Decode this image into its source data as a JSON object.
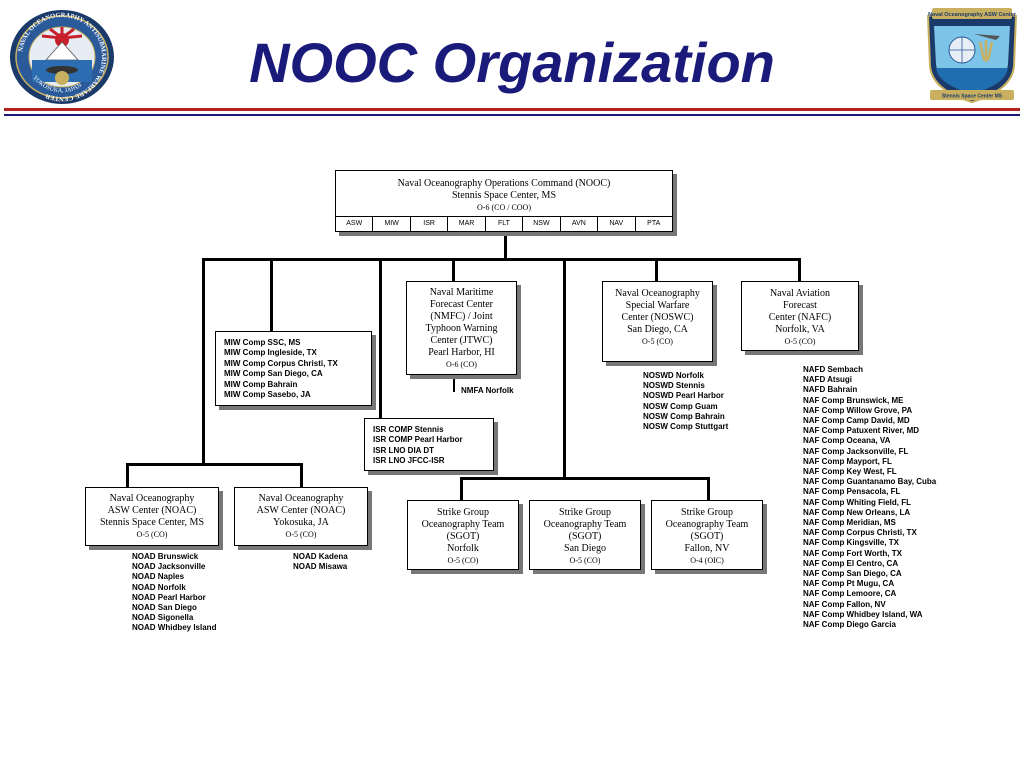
{
  "title": "NOOC Organization",
  "colors": {
    "title": "#1a1a7a",
    "rule_red": "#b22222",
    "rule_blue": "#1a1a7a"
  },
  "logos": {
    "left": {
      "icon": "antisubmarine-warfare-seal",
      "ring_text": "NAVAL OCEANOGRAPHY ANTISUBMARINE WARFARE CENTER",
      "bottom_text": "YOKOSUKA, JAPAN"
    },
    "right": {
      "icon": "asw-center-shield",
      "top_text": "Naval Oceanography ASW Center",
      "bottom_text": "Stennis Space Center MS"
    }
  },
  "top": {
    "lines": [
      "Naval Oceanography Operations Command (NOOC)",
      "Stennis Space Center, MS"
    ],
    "rank": "O-6 (CO / COO)",
    "tabs": [
      "ASW",
      "MIW",
      "ISR",
      "MAR",
      "FLT",
      "NSW",
      "AVN",
      "NAV",
      "PTA"
    ]
  },
  "miw": [
    "MIW Comp SSC, MS",
    "MIW Comp Ingleside, TX",
    "MIW Comp Corpus Christi, TX",
    "MIW Comp San Diego, CA",
    "MIW Comp Bahrain",
    "MIW Comp Sasebo, JA"
  ],
  "nmfc": {
    "lines": [
      "Naval Maritime",
      "Forecast Center",
      "(NMFC) / Joint",
      "Typhoon Warning",
      "Center (JTWC)",
      "Pearl Harbor, HI"
    ],
    "rank": "O-6 (CO)",
    "sub": "NMFA Norfolk"
  },
  "isr": [
    "ISR COMP Stennis",
    "ISR COMP Pearl Harbor",
    "ISR LNO DIA DT",
    "ISR LNO JFCC-ISR"
  ],
  "noswc": {
    "lines": [
      "Naval Oceanography",
      "Special Warfare",
      "Center (NOSWC)",
      "San Diego, CA"
    ],
    "rank": "O-5 (CO)",
    "items": [
      "NOSWD Norfolk",
      "NOSWD Stennis",
      "NOSWD Pearl Harbor",
      "NOSW Comp Guam",
      "NOSW Comp Bahrain",
      "NOSW Comp Stuttgart"
    ]
  },
  "nafc": {
    "lines": [
      "Naval Aviation",
      "Forecast",
      "Center (NAFC)",
      "Norfolk, VA"
    ],
    "rank": "O-5 (CO)",
    "items": [
      "NAFD Sembach",
      "NAFD Atsugi",
      "NAFD Bahrain",
      "NAF Comp Brunswick, ME",
      "NAF Comp Willow Grove, PA",
      "NAF Comp Camp David, MD",
      "NAF Comp Patuxent River, MD",
      "NAF Comp Oceana, VA",
      "NAF Comp Jacksonville, FL",
      "NAF Comp Mayport, FL",
      "NAF Comp Key West, FL",
      "NAF Comp Guantanamo Bay, Cuba",
      "NAF Comp Pensacola, FL",
      "NAF Comp Whiting Field, FL",
      "NAF Comp New Orleans, LA",
      "NAF Comp Meridian, MS",
      "NAF Comp Corpus Christi, TX",
      "NAF Comp Kingsville, TX",
      "NAF Comp Fort Worth, TX",
      "NAF Comp El Centro, CA",
      "NAF Comp San Diego, CA",
      "NAF Comp Pt Mugu, CA",
      "NAF Comp Lemoore, CA",
      "NAF Comp Fallon, NV",
      "NAF Comp Whidbey Island, WA",
      "NAF Comp Diego Garcia"
    ]
  },
  "noac_ssc": {
    "lines": [
      "Naval Oceanography",
      "ASW Center (NOAC)",
      "Stennis Space Center, MS"
    ],
    "rank": "O-5 (CO)",
    "items": [
      "NOAD Brunswick",
      "NOAD Jacksonville",
      "NOAD Naples",
      "NOAD Norfolk",
      "NOAD Pearl Harbor",
      "NOAD San Diego",
      "NOAD Sigonella",
      "NOAD Whidbey Island"
    ]
  },
  "noac_yok": {
    "lines": [
      "Naval Oceanography",
      "ASW Center (NOAC)",
      "Yokosuka, JA"
    ],
    "rank": "O-5 (CO)",
    "items": [
      "NOAD Kadena",
      "NOAD Misawa"
    ]
  },
  "sgot": [
    {
      "lines": [
        "Strike Group",
        "Oceanography Team",
        "(SGOT)",
        "Norfolk"
      ],
      "rank": "O-5 (CO)"
    },
    {
      "lines": [
        "Strike Group",
        "Oceanography Team",
        "(SGOT)",
        "San Diego"
      ],
      "rank": "O-5 (CO)"
    },
    {
      "lines": [
        "Strike Group",
        "Oceanography Team",
        "(SGOT)",
        "Fallon, NV"
      ],
      "rank": "O-4 (OIC)"
    }
  ]
}
